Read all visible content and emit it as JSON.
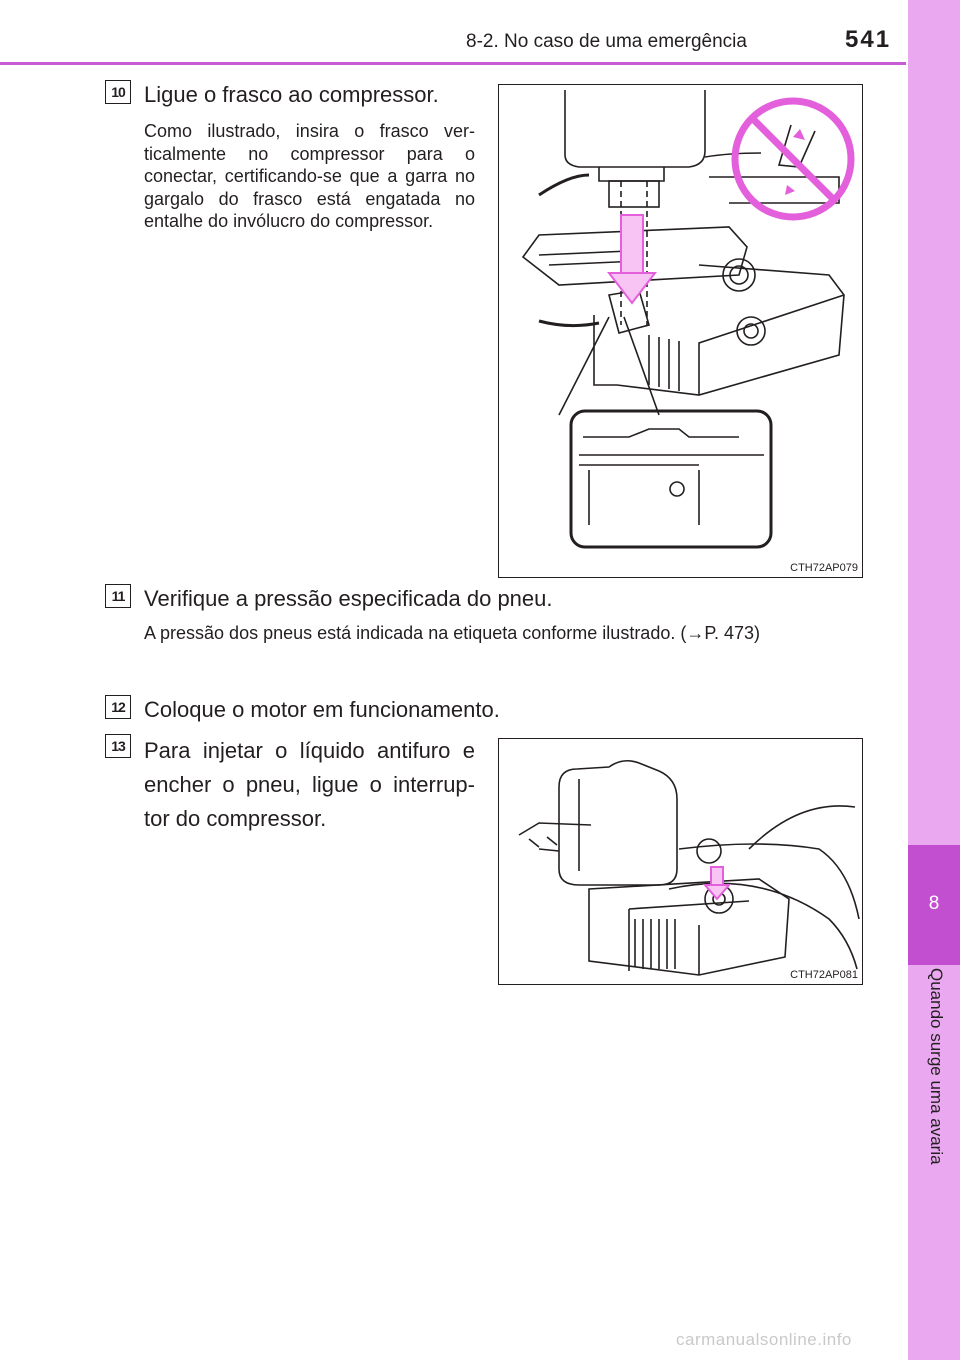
{
  "header": {
    "section_title": "8-2. No caso de uma emergência",
    "page_number": "541"
  },
  "side_tab": {
    "chapter_number": "8",
    "chapter_title": "Quando surge uma avaria",
    "color": "#e9a8f0",
    "accent_color": "#c24fcf"
  },
  "steps": [
    {
      "number": "10",
      "title": "Ligue o frasco ao compressor.",
      "body": "Como ilustrado, insira o frasco ver-ticalmente no compressor para o conectar, certificando-se que a garra no gargalo do frasco está engatada no entalhe do invólucro do compressor.",
      "figure_code": "CTH72AP079"
    },
    {
      "number": "11",
      "title": "Verifique a pressão especificada do pneu.",
      "body": "A pressão dos pneus está indicada na etiqueta conforme ilustrado. (→P. 473)"
    },
    {
      "number": "12",
      "title": "Coloque o motor em funcionamento."
    },
    {
      "number": "13",
      "title": "Para injetar o líquido antifuro e encher o pneu, ligue o interrup-tor do compressor.",
      "figure_code": "CTH72AP081"
    }
  ],
  "figure_icons": [
    "no-symbol-icon",
    "arrow-down-icon",
    "curved-arrow-icon"
  ],
  "accent_color": "#e35fdc",
  "watermark": "carmanualsonline.info"
}
